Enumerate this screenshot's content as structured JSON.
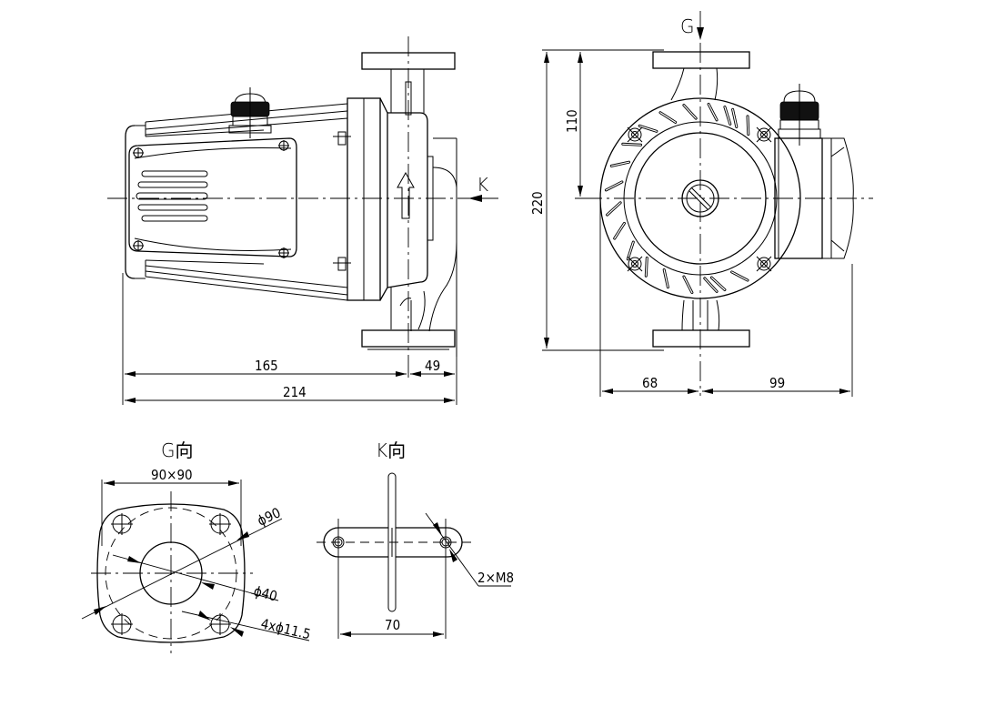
{
  "drawing": {
    "title": "Circulation pump dimensional drawing",
    "colors": {
      "line": "#000000",
      "background": "#ffffff"
    }
  },
  "side_view": {
    "view_marker": "K",
    "dimensions": {
      "motor_length": "165",
      "pump_offset": "49",
      "overall_length": "214"
    }
  },
  "front_view": {
    "view_marker": "G",
    "dimensions": {
      "half_height": "110",
      "overall_height": "220",
      "left_width": "68",
      "right_width": "99"
    }
  },
  "g_view": {
    "title": "G向",
    "dimensions": {
      "flange_square": "90×90",
      "bolt_circle": "ϕ90",
      "bore": "ϕ40",
      "bolt_holes": "4xϕ11.5"
    }
  },
  "k_view": {
    "title": "K向",
    "dimensions": {
      "hole_spacing": "70",
      "threads": "2×M8"
    }
  }
}
